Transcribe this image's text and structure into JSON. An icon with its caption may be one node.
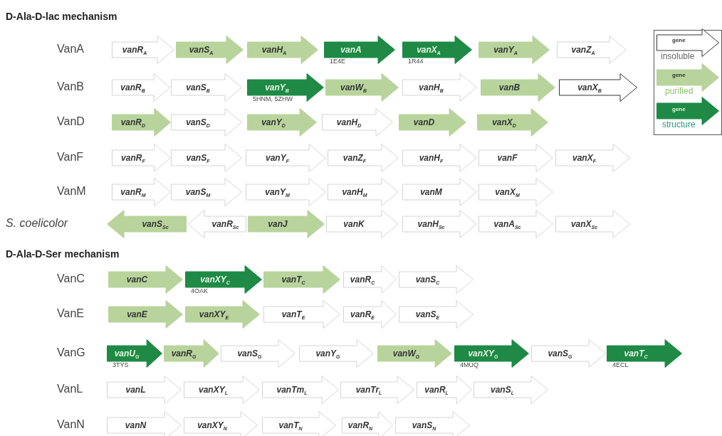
{
  "diagram": {
    "nodes": [
      {
        "text": [
          "vanR$_{A}$"
        ]
      },
      {
        "text": [
          "vanS$_{A}$"
        ]
      },
      {
        "text": [
          "vanH$_{A}$"
        ]
      },
      {
        "text": [
          "vanA"
        ],
        "beside": [
          "1E4E"
        ]
      },
      {
        "text": [
          "vanX$_{A}$"
        ],
        "beside": [
          "1R44"
        ]
      },
      {
        "text": [
          "vanY$_{A}$"
        ]
      },
      {
        "text": [
          "vanZ$_{A}$"
        ]
      },
      {
        "text": [
          "vanR$_{B}$"
        ]
      },
      {
        "text": [
          "vanS$_{B}$"
        ]
      },
      {
        "text": [
          "vanY$_{B}$"
        ],
        "beside": [
          "5HNM, 5ZHW"
        ]
      },
      {
        "text": [
          "vanW$_{B}$"
        ]
      },
      {
        "text": [
          "vanH$_{B}$"
        ]
      },
      {
        "text": [
          "vanB"
        ]
      },
      {
        "text": [
          "vanX$_{B}$"
        ]
      },
      {
        "text": [
          "vanR$_{D}$"
        ]
      },
      {
        "text": [
          "vanS$_{D}$"
        ]
      },
      {
        "text": [
          "vanY$_{D}$"
        ]
      },
      {
        "text": [
          "vanH$_{D}$"
        ]
      },
      {
        "text": [
          "vanD"
        ]
      },
      {
        "text": [
          "vanX$_{D}$"
        ]
      },
      {
        "text": [
          "vanR$_{F}$"
        ]
      },
      {
        "text": [
          "vanS$_{F}$"
        ]
      },
      {
        "text": [
          "vanY$_{F}$"
        ]
      },
      {
        "text": [
          "vanZ$_{F}$"
        ]
      },
      {
        "text": [
          "vanH$_{F}$"
        ]
      },
      {
        "text": [
          "vanF"
        ]
      },
      {
        "text": [
          "vanX$_{F}$"
        ]
      },
      {
        "text": [
          "vanR$_{M}$"
        ]
      },
      {
        "text": [
          "vanS$_{M}$"
        ]
      },
      {
        "text": [
          "vanY$_{M}$"
        ]
      },
      {
        "text": [
          "vanH$_{M}$"
        ]
      },
      {
        "text": [
          "vanM"
        ]
      },
      {
        "text": [
          "vanX$_{M}$"
        ]
      },
      {
        "text": [
          "vanS$_{Sc}$"
        ]
      },
      {
        "text": [
          "vanR$_{Sc}$"
        ]
      },
      {
        "text": [
          "vanJ"
        ]
      },
      {
        "text": [
          "vanK"
        ]
      },
      {
        "text": [
          "vanH$_{Sc}$"
        ]
      },
      {
        "text": [
          "vanA$_{Sc}$"
        ]
      },
      {
        "text": [
          "vanX$_{Sc}$"
        ]
      },
      {
        "text": [
          "vanC"
        ]
      },
      {
        "text": [
          "vanXY$_{C}$"
        ],
        "beside": [
          "4OAK"
        ]
      },
      {
        "text": [
          "vanT$_{C}$"
        ]
      },
      {
        "text": [
          "vanR$_{C}$"
        ]
      },
      {
        "text": [
          "vanS$_{C}$"
        ]
      },
      {
        "text": [
          "vanE"
        ]
      },
      {
        "text": [
          "vanXY$_{E}$"
        ]
      },
      {
        "text": [
          "vanT$_{E}$"
        ]
      },
      {
        "text": [
          "vanR$_{E}$"
        ]
      },
      {
        "text": [
          "vanS$_{E}$"
        ]
      },
      {
        "text": [
          "vanU$_{G}$"
        ],
        "beside": [
          "3TYS"
        ]
      },
      {
        "text": [
          "vanR$_{G}$"
        ]
      },
      {
        "text": [
          "vanS$_{G}$"
        ]
      },
      {
        "text": [
          "vanY$_{G}$"
        ]
      },
      {
        "text": [
          "vanW$_{G}$"
        ]
      },
      {
        "text": [
          "vanXY$_{G}$"
        ],
        "beside": [
          "4MUQ"
        ]
      },
      {
        "text": [
          "vanS$_{G}$"
        ]
      },
      {
        "text": [
          "vanT$_{C}$"
        ],
        "beside": [
          "4ECL"
        ]
      },
      {
        "text": [
          "vanL"
        ]
      },
      {
        "text": [
          "vanXY$_{L}$"
        ]
      },
      {
        "text": [
          "vanTm$_{L}$"
        ]
      },
      {
        "text": [
          "vanTr$_{L}$"
        ]
      },
      {
        "text": [
          "vanR$_{L}$"
        ]
      },
      {
        "text": [
          "vanS$_{L}$"
        ]
      },
      {
        "text": [
          "vanN"
        ]
      },
      {
        "text": [
          "vanXY$_{N}$"
        ]
      },
      {
        "text": [
          "vanT$_{N}$"
        ]
      },
      {
        "text": [
          "vanR$_{N}$"
        ]
      },
      {
        "text": [
          "vanS$_{N}$"
        ]
      }
    ],
    "labels": [
      "D-Ala-D-lac mechanism",
      "VanA",
      "VanB",
      "VanD",
      "VanF",
      "VanM",
      "S. coelicolor",
      "D-Ala-D-Ser mechanism",
      "VanC",
      "VanE",
      "VanG",
      "VanL",
      "VanN",
      "gene",
      "gene",
      "gene"
    ],
    "legend": [
      {
        "text": "insoluble",
        "color": "#ffffff"
      },
      {
        "text": "purified",
        "color": "#b8d49c"
      },
      {
        "text": "structure",
        "color": "#1e8a46"
      }
    ]
  }
}
